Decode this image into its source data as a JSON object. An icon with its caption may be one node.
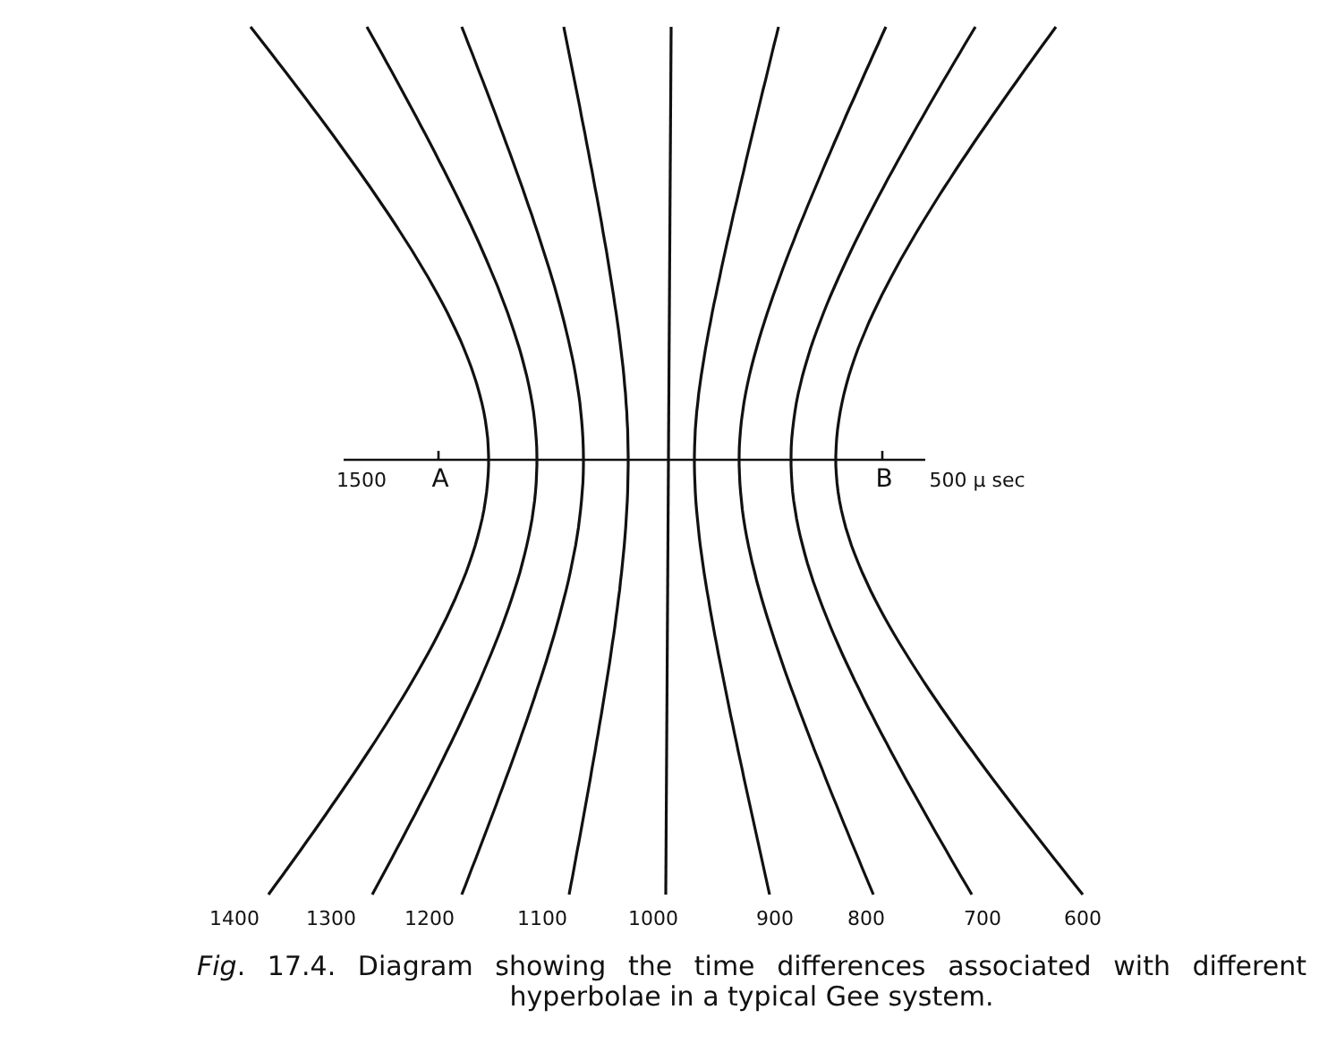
{
  "diagram": {
    "caption": "*Fig*. 17.4. Diagram showing the time differences associated with different hyperbolae in a typical Gee system.",
    "labels": [
      "1500",
      "A",
      "B",
      "500 μ sec",
      "1400",
      "1300",
      "1200",
      "1100",
      "1000",
      "900",
      "800",
      "700",
      "600"
    ]
  }
}
